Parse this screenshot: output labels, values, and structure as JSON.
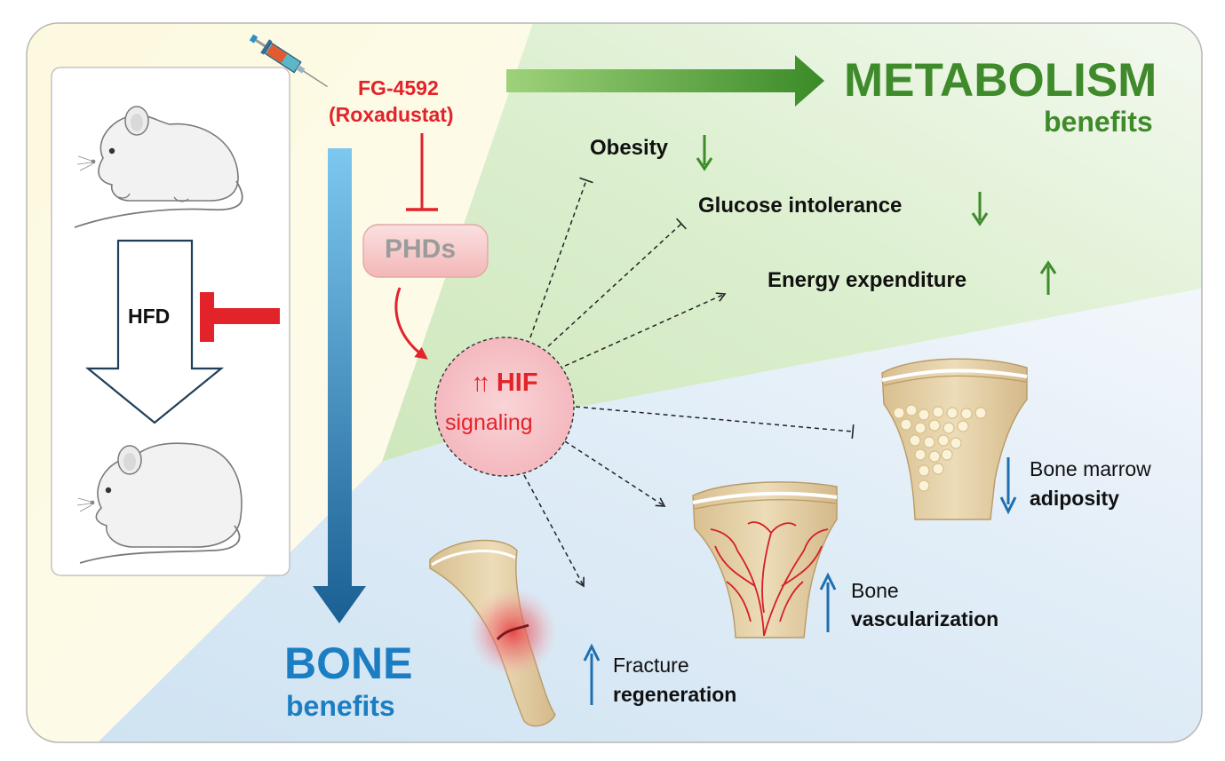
{
  "drug": {
    "line1": "FG-4592",
    "line2": "(Roxadustat)"
  },
  "phds_label": "PHDs",
  "hif": {
    "arrows": "↑↑",
    "title": "HIF",
    "subtitle": "signaling"
  },
  "mouse_panel": {
    "hfd_label": "HFD"
  },
  "metabolism": {
    "title": "METABOLISM",
    "subtitle": "benefits",
    "effects": [
      {
        "label": "Obesity",
        "direction": "down",
        "arrow": "↓",
        "link": "inhibit"
      },
      {
        "label": "Glucose intolerance",
        "direction": "down",
        "arrow": "↓",
        "link": "inhibit"
      },
      {
        "label": "Energy expenditure",
        "direction": "up",
        "arrow": "↑",
        "link": "activate"
      }
    ]
  },
  "bone": {
    "title": "BONE",
    "subtitle": "benefits",
    "effects": [
      {
        "line1": "Bone marrow",
        "line2": "adiposity",
        "direction": "down",
        "arrow": "↓",
        "link": "inhibit"
      },
      {
        "line1": "Bone",
        "line2": "vascularization",
        "direction": "up",
        "arrow": "↑",
        "link": "activate"
      },
      {
        "line1": "Fracture",
        "line2": "regeneration",
        "direction": "up",
        "arrow": "↑",
        "link": "activate"
      }
    ]
  },
  "colors": {
    "red": "#e3232a",
    "metabolism_green": "#3f8a2b",
    "arrow_green": "#3d8c2a",
    "bone_blue": "#1b7ec2",
    "bone_arrow_blue": "#1e6fb0",
    "panel_border": "#b7b7b7"
  }
}
